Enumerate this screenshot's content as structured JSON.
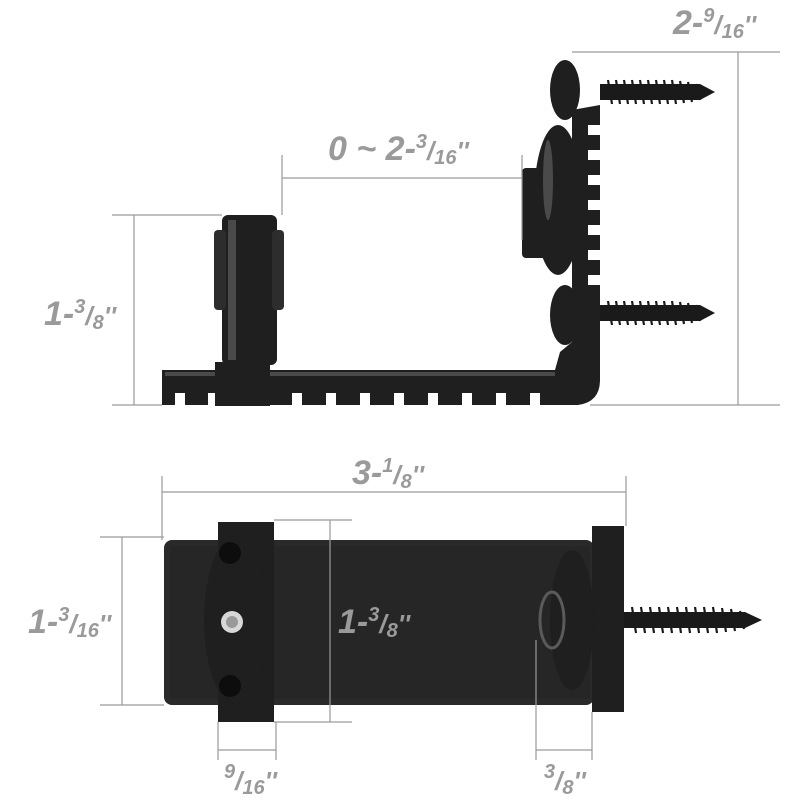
{
  "dimensions": {
    "total_height": {
      "whole": "2-",
      "num": "9",
      "den": "16",
      "unit": "''"
    },
    "adjust_range": {
      "whole": "0 ~ 2-",
      "num": "3",
      "den": "16",
      "unit": "''"
    },
    "post_height": {
      "whole": "1-",
      "num": "3",
      "den": "8",
      "unit": "''"
    },
    "total_length": {
      "whole": "3-",
      "num": "1",
      "den": "8",
      "unit": "''"
    },
    "plate_width": {
      "whole": "1-",
      "num": "3",
      "den": "16",
      "unit": "''"
    },
    "clamp_width": {
      "whole": "1-",
      "num": "3",
      "den": "8",
      "unit": "''"
    },
    "clamp_depth": {
      "whole": "",
      "num": "9",
      "den": "16",
      "unit": "''"
    },
    "flange_thickness": {
      "whole": "",
      "num": "3",
      "den": "8",
      "unit": "''"
    }
  },
  "colors": {
    "part": "#1f1f1f",
    "dimension": "#9a9a9a"
  }
}
